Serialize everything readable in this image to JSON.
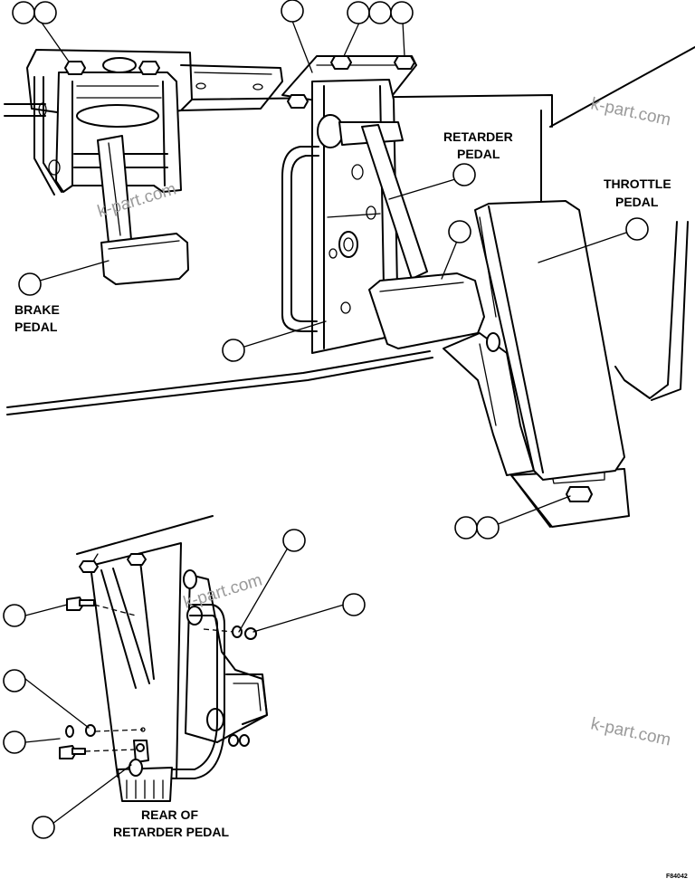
{
  "labels": {
    "brake_pedal": [
      "BRAKE",
      "PEDAL"
    ],
    "retarder_pedal": [
      "RETARDER",
      "PEDAL"
    ],
    "throttle_pedal": [
      "THROTTLE",
      "PEDAL"
    ],
    "rear_of_retarder_pedal": [
      "REAR OF",
      "RETARDER PEDAL"
    ]
  },
  "watermarks": [
    "k-part.com",
    "k-part.com",
    "k-part.com",
    "k-part.com"
  ],
  "drawing_code": "F84042",
  "callout_count": 19
}
